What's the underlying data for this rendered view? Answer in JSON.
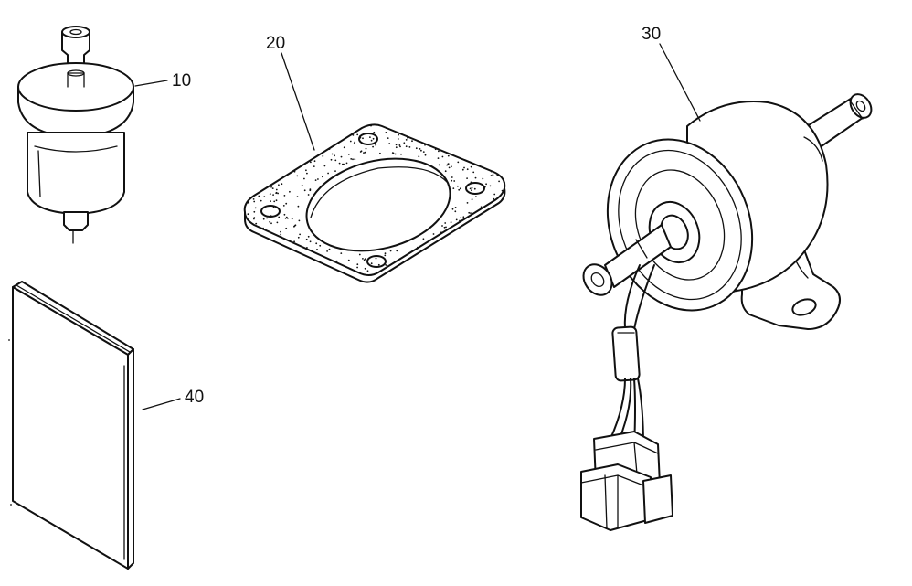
{
  "parts": [
    {
      "id": "fuel-filter",
      "callout": "10"
    },
    {
      "id": "gasket",
      "callout": "20"
    },
    {
      "id": "fuel-pump",
      "callout": "30"
    },
    {
      "id": "instruction-booklet",
      "callout": "40"
    }
  ],
  "colors": {
    "ink": "#111111",
    "paper": "#ffffff"
  }
}
